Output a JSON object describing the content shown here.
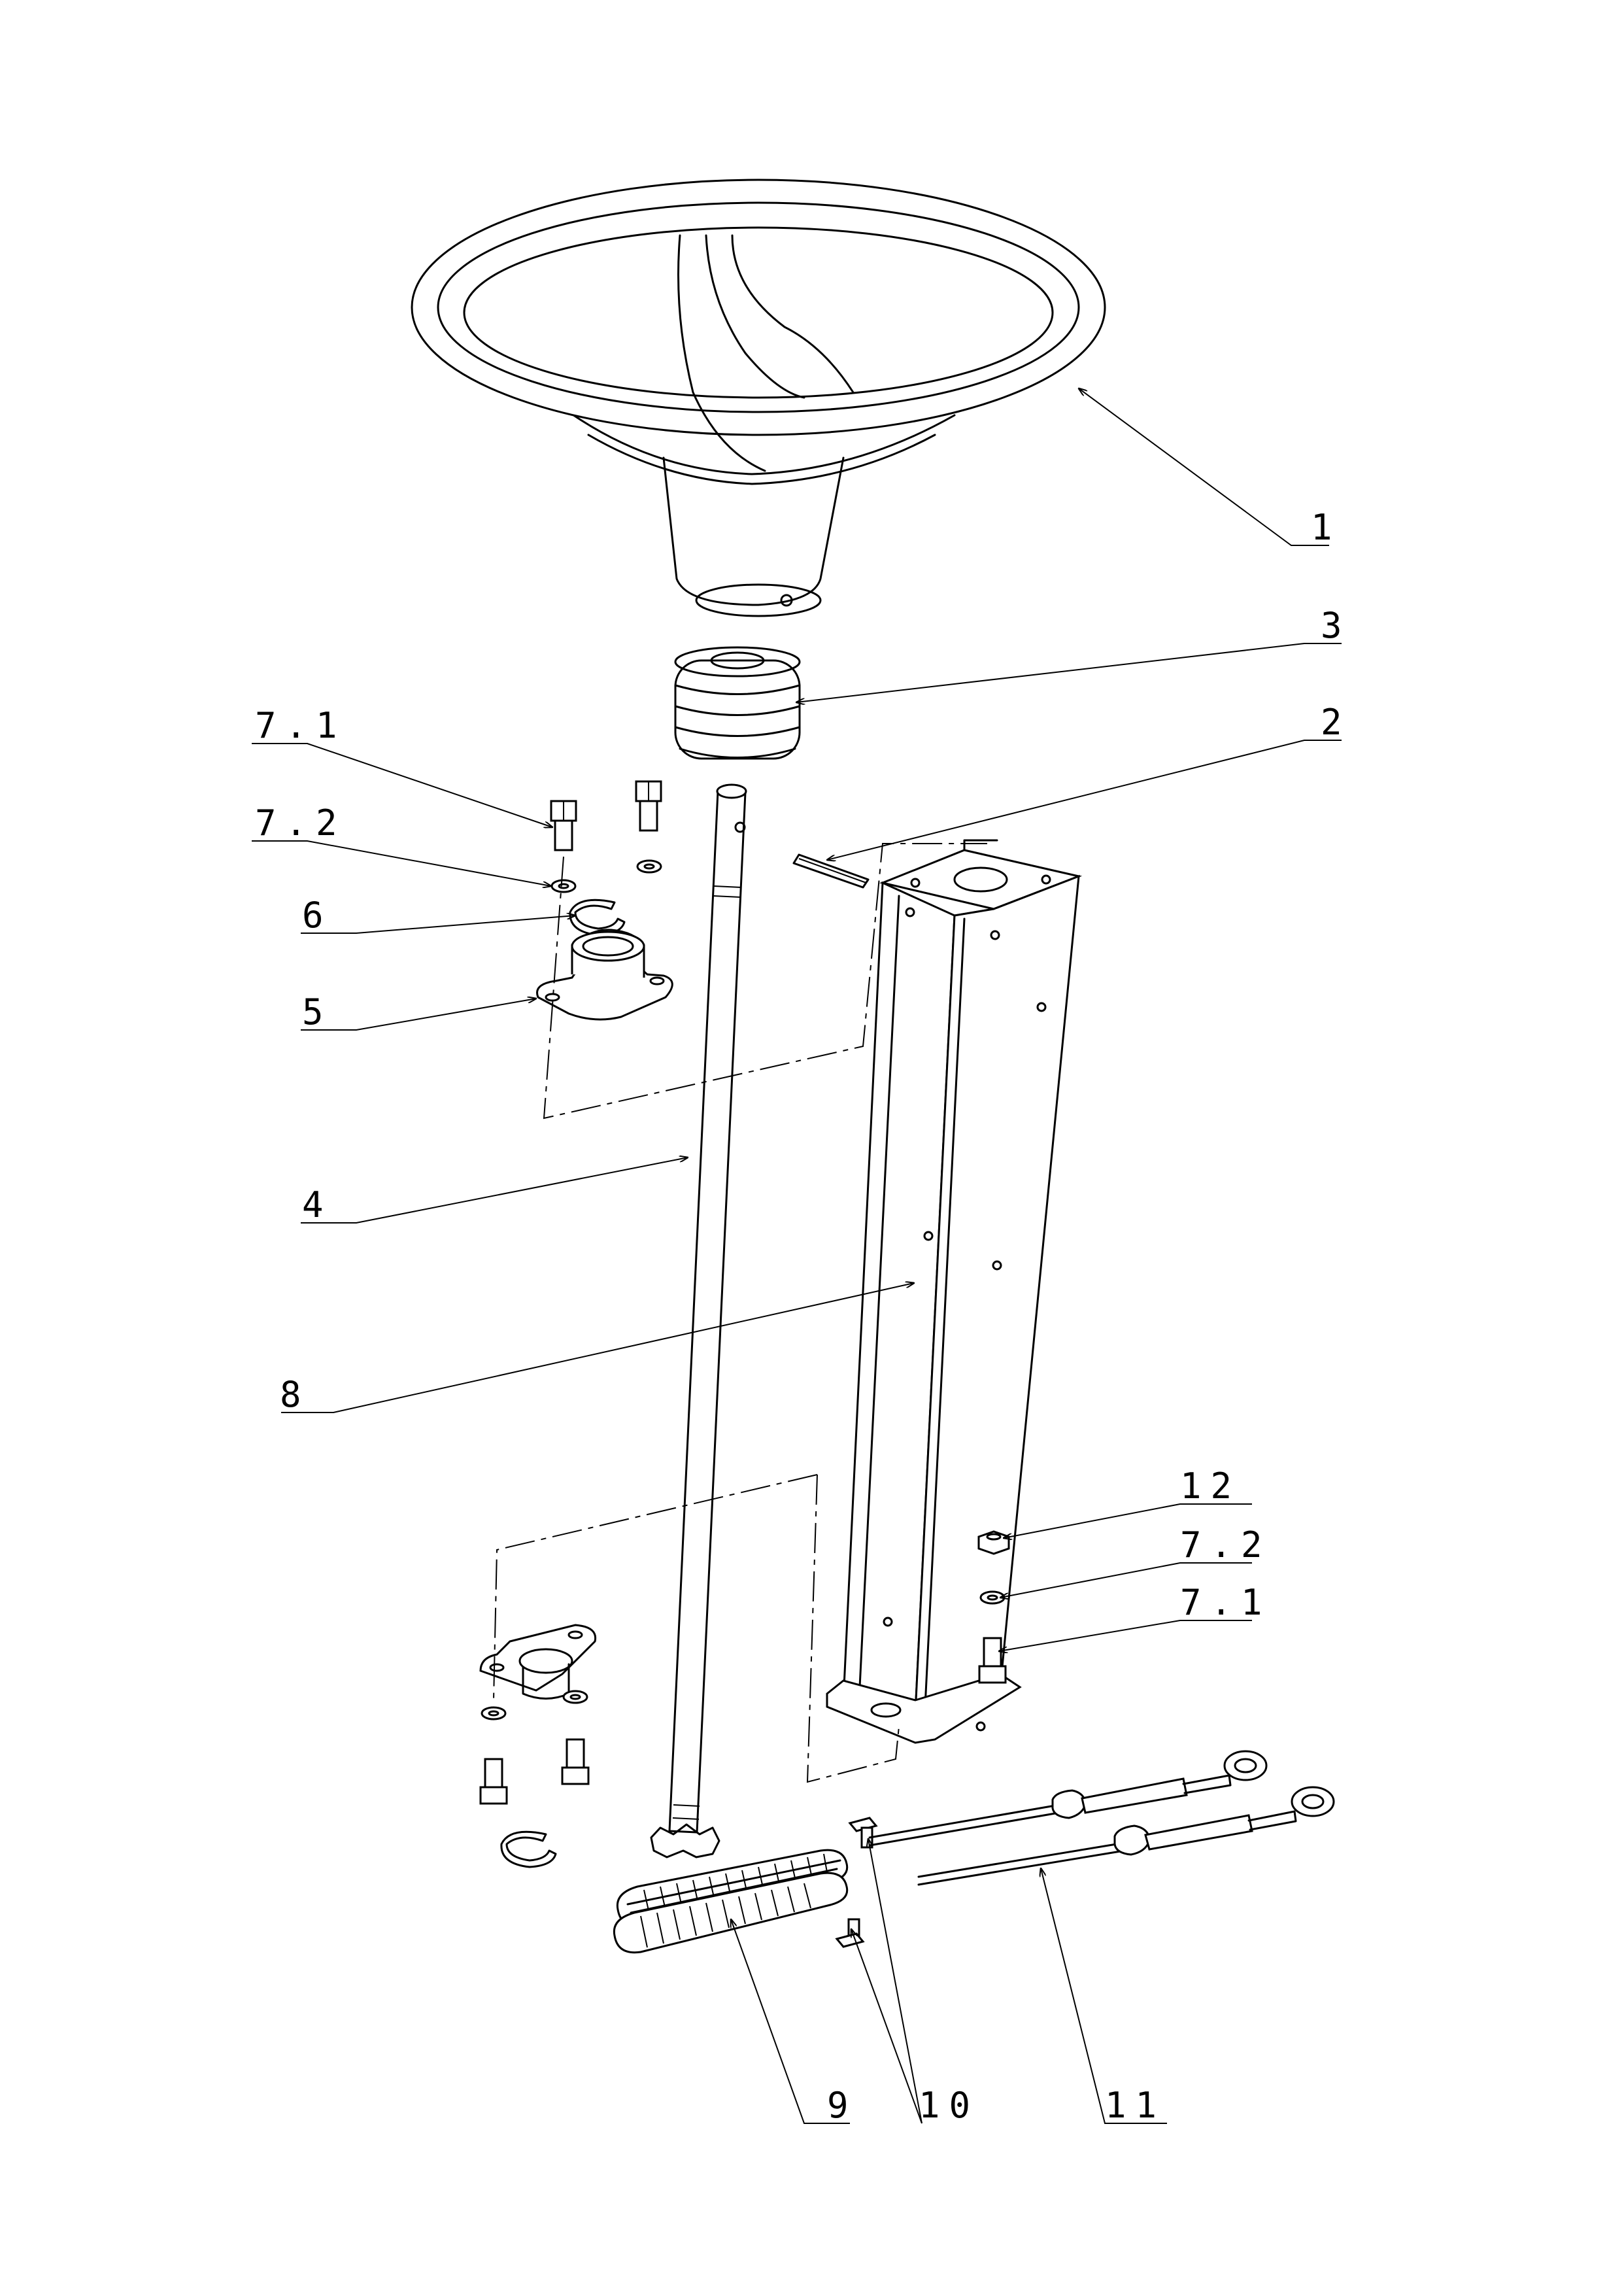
{
  "callouts": {
    "c1": "1",
    "c2": "2",
    "c3": "3",
    "c4": "4",
    "c5": "5",
    "c6": "6",
    "c7_1_top": "7.1",
    "c7_2_top": "7.2",
    "c7_1_bottom": "7.1",
    "c7_2_bottom": "7.2",
    "c8": "8",
    "c9": "9",
    "c10": "10",
    "c11": "11",
    "c12": "12"
  }
}
